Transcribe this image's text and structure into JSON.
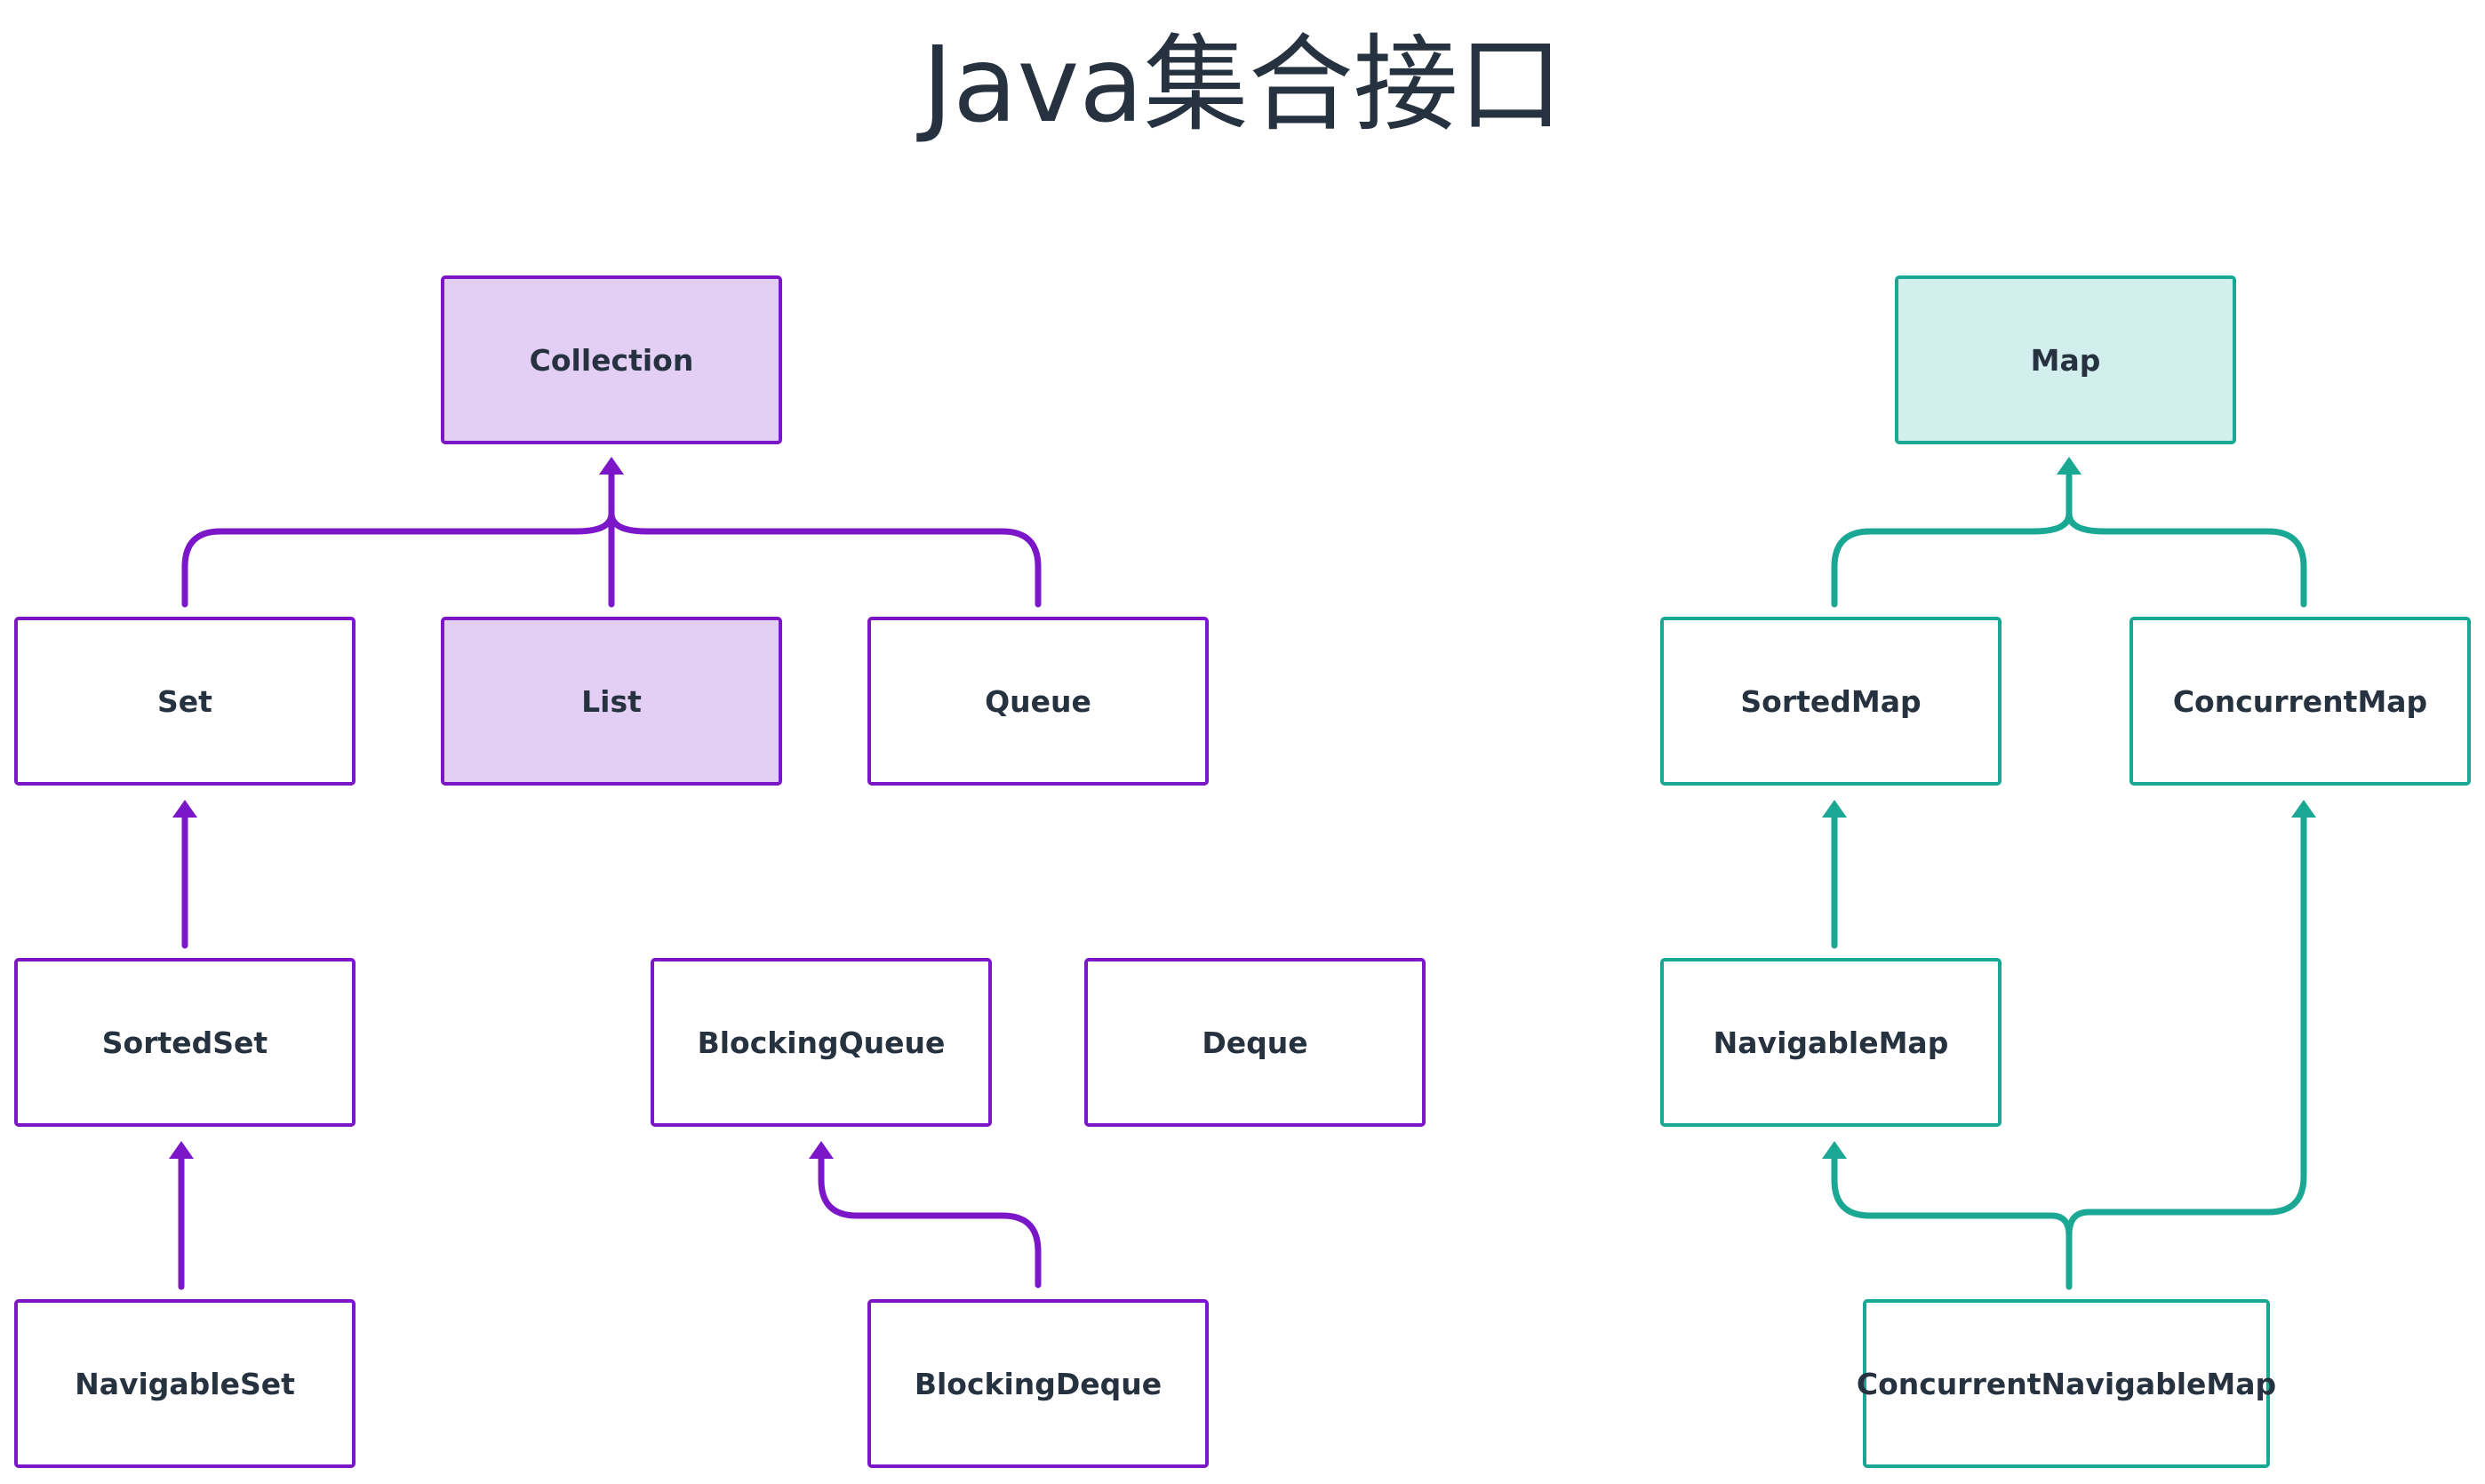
{
  "title": "Java集合接口",
  "colors": {
    "collection_accent": "#7b17c9",
    "collection_fill": "#e4cff4",
    "map_accent": "#1aa895",
    "map_fill": "#d3efed",
    "text": "#26323f"
  },
  "nodes": {
    "collection": "Collection",
    "set": "Set",
    "list": "List",
    "queue": "Queue",
    "sorted_set": "SortedSet",
    "navigable_set": "NavigableSet",
    "blocking_queue": "BlockingQueue",
    "deque": "Deque",
    "blocking_deque": "BlockingDeque",
    "map": "Map",
    "sorted_map": "SortedMap",
    "concurrent_map": "ConcurrentMap",
    "navigable_map": "NavigableMap",
    "concurrent_navigable_map": "ConcurrentNavigableMap"
  },
  "edges": [
    {
      "from": "Set",
      "to": "Collection"
    },
    {
      "from": "List",
      "to": "Collection"
    },
    {
      "from": "Queue",
      "to": "Collection"
    },
    {
      "from": "SortedSet",
      "to": "Set"
    },
    {
      "from": "NavigableSet",
      "to": "SortedSet"
    },
    {
      "from": "BlockingDeque",
      "to": "BlockingQueue"
    },
    {
      "from": "SortedMap",
      "to": "Map"
    },
    {
      "from": "ConcurrentMap",
      "to": "Map"
    },
    {
      "from": "NavigableMap",
      "to": "SortedMap"
    },
    {
      "from": "ConcurrentNavigableMap",
      "to": "NavigableMap"
    },
    {
      "from": "ConcurrentNavigableMap",
      "to": "ConcurrentMap"
    }
  ]
}
